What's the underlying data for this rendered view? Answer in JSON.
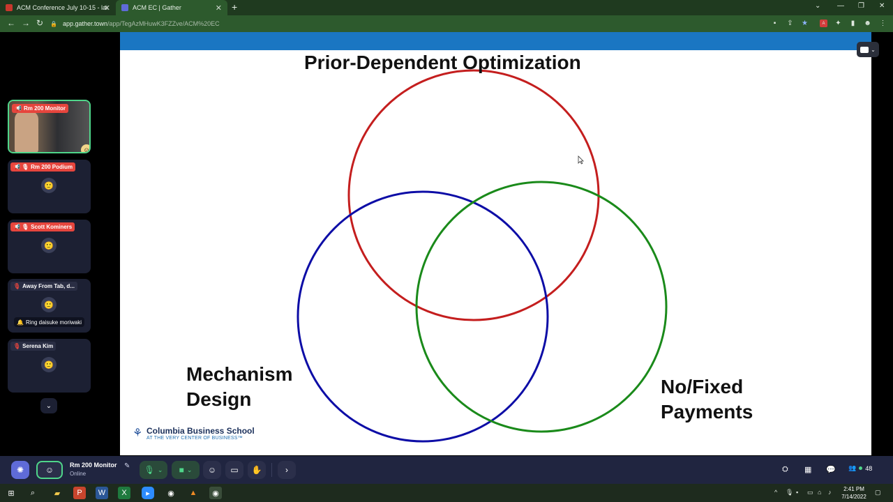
{
  "browser": {
    "tabs": [
      {
        "title": "ACM Conference July 10-15 - lai",
        "favicon_color": "#c8372d"
      },
      {
        "title": "ACM EC | Gather",
        "favicon_color": "#5f6bd8"
      }
    ],
    "address": {
      "host": "app.gather.town",
      "path": "/app/TegAzMHuwK3FZZve/ACM%20EC"
    }
  },
  "slide": {
    "title": "Prior-Dependent Optimization",
    "label_left_1": "Mechanism",
    "label_left_2": "Design",
    "label_right_1": "No/Fixed",
    "label_right_2": "Payments",
    "logo_name": "Columbia Business School",
    "logo_tagline": "AT THE VERY CENTER OF BUSINESS™",
    "bar_color": "#1a76c2",
    "circle_colors": {
      "top": "#c41e1e",
      "left": "#0d0da6",
      "right": "#1a8a1a"
    }
  },
  "participants": [
    {
      "name": "Rm 200 Monitor",
      "type": "video"
    },
    {
      "name": "Rm 200 Podium",
      "avatar": "🙂"
    },
    {
      "name": "Scott Kominers",
      "avatar": "🙂"
    },
    {
      "name": "Away From Tab,  d...",
      "avatar": "🙂",
      "sub": "Ring daisuke moriwaki"
    },
    {
      "name": "Serena Kim",
      "avatar": "🙂"
    }
  ],
  "gather_bar": {
    "self_name": "Rm 200 Monitor",
    "self_status": "Online",
    "online_count": "48"
  },
  "taskbar": {
    "time": "2:41 PM",
    "date": "7/14/2022"
  }
}
